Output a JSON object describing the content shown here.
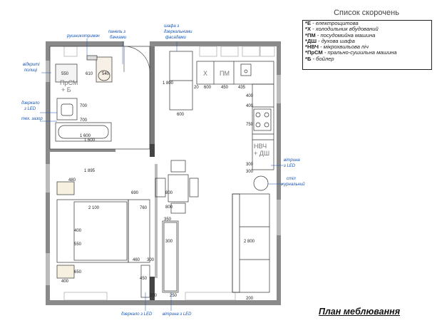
{
  "legend": {
    "title": "Список скорочень",
    "items": [
      {
        "code": "*Е",
        "text": " - електрощитова"
      },
      {
        "code": "*Х",
        "text": " - холодильник вбудований"
      },
      {
        "code": "*ПМ",
        "text": " - посудомийна машина"
      },
      {
        "code": "*ДШ",
        "text": " - духова шафа"
      },
      {
        "code": "*НВЧ",
        "text": " - мікрохвильова піч"
      },
      {
        "code": "*ПрСМ",
        "text": " - прально-сушильна машина"
      },
      {
        "code": "*Б",
        "text": " - бойлер"
      }
    ]
  },
  "plan_title": "План меблювання",
  "notes": {
    "open_shelves": "відкриті\nполиці",
    "towel_holder": "рушникотримач",
    "tank_panel": "панель з\nбачками",
    "wardrobe": "шафа з\nдзеркальними\nфасадами",
    "mirror_led": "дзеркало\nз LED",
    "tech_gap": "тех. зазор",
    "showcase_led": "вітрина\nз LED",
    "magazine_table": "стіл\nжурнальний",
    "mirror_led_bottom": "дзеркало з LED",
    "showcase_led_bottom": "вітрина з LED"
  },
  "labels": {
    "washer": "ПрСМ\n+ Б",
    "fridge": "Х",
    "dishwasher": "ПМ",
    "oven": "НВЧ\n+ ДШ"
  },
  "dimensions": {
    "d550": "550",
    "d610": "610",
    "d540": "540",
    "d700a": "700",
    "d700b": "700",
    "d1600a": "1 600",
    "d1600b": "1 600",
    "d1895": "1 895",
    "d480": "480",
    "d1800": "1 800",
    "d600": "600",
    "d20": "20",
    "d600b": "600",
    "d450": "450",
    "d435": "435",
    "d400a": "400",
    "d400b": "400",
    "d750": "750",
    "d300a": "300",
    "d300b": "300",
    "d800a": "800",
    "d800b": "800",
    "d690": "690",
    "d2100": "2 100",
    "d760": "760",
    "d350": "350",
    "d460": "460",
    "d300c": "300",
    "d400c": "400",
    "d450b": "450",
    "d2800": "2 800",
    "d200a": "200",
    "d200b": "200",
    "d250": "250",
    "d400d": "400",
    "d550b": "550",
    "d650": "650",
    "d300d": "300"
  }
}
